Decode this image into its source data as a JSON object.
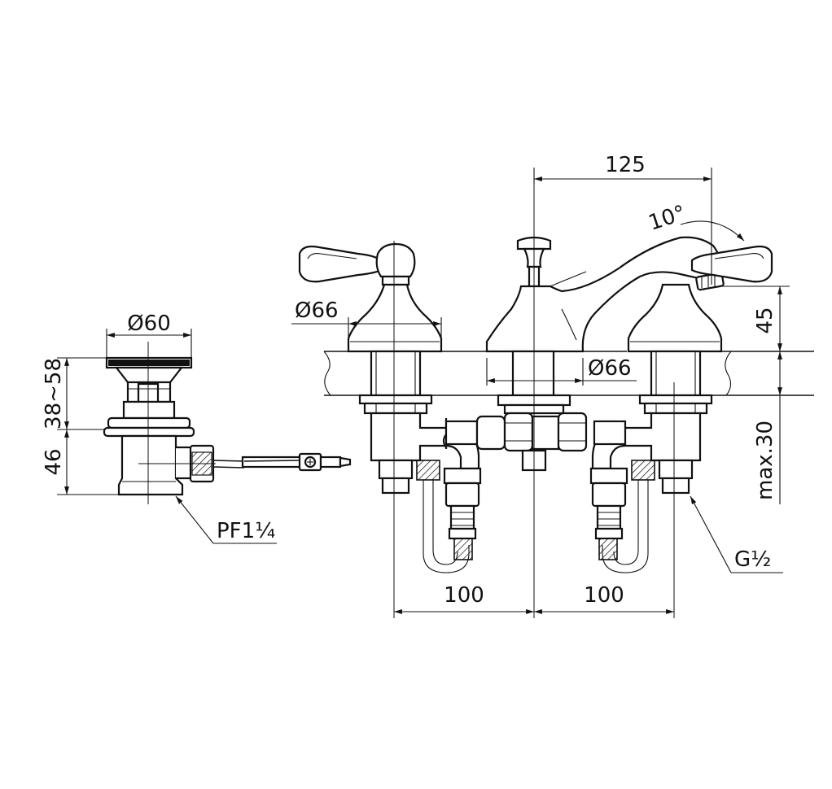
{
  "drain": {
    "diameter_label": "Ø60",
    "height_adjust_label": "38~58",
    "body_height_label": "46",
    "thread_label": "PF1¼"
  },
  "faucet": {
    "spread_label": "125",
    "angle_label": "10°",
    "handle_diameter_label": "Ø66",
    "hole_diameter_label": "Ø66",
    "body_height_label": "45",
    "deck_thickness_label": "max.30",
    "thread_label": "G½",
    "left_spacing_label": "100",
    "right_spacing_label": "100"
  }
}
